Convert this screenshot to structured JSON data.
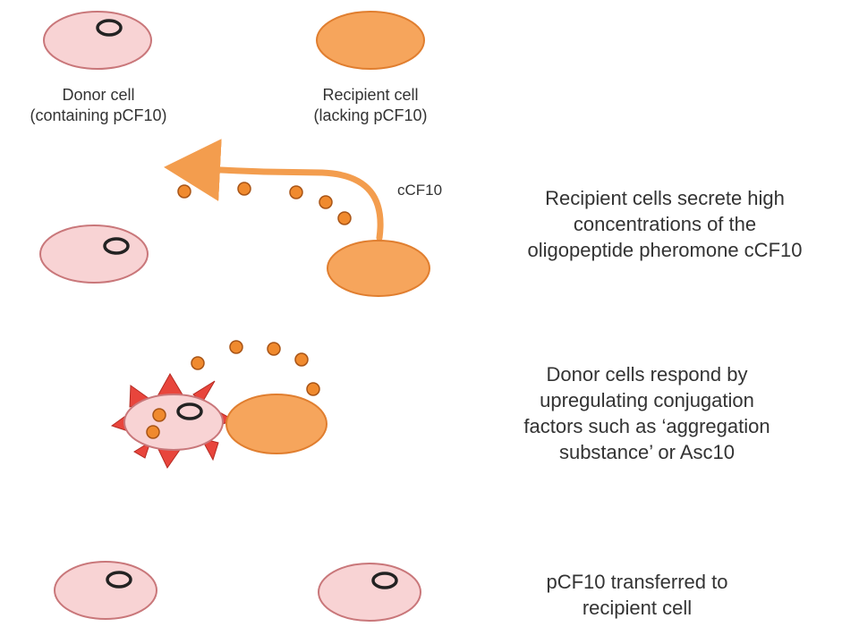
{
  "colors": {
    "donor_fill": "#f8d3d4",
    "donor_stroke": "#c9777a",
    "recipient_fill": "#f6a55c",
    "recipient_stroke": "#e07e2f",
    "pheromone_fill": "#f08a2e",
    "pheromone_stroke": "#a85416",
    "arrow": "#f39d4e",
    "spike": "#e8453c",
    "plasmid_stroke": "#222222",
    "text": "#333333"
  },
  "icons": {
    "donor_cell": "pink-ellipse-with-plasmid-ring",
    "recipient_cell": "orange-ellipse",
    "pheromone": "small-orange-dot",
    "aggregation_substance": "red-triangle-spikes"
  },
  "labels": {
    "donor_cell": "Donor cell\n(containing pCF10)",
    "recipient_cell": "Recipient cell\n(lacking pCF10)",
    "pheromone": "cCF10"
  },
  "steps": [
    {
      "description": "Recipient cells secrete high\nconcentrations of the\noligopeptide pheromone cCF10"
    },
    {
      "description": "Donor cells respond by\nupregulating conjugation\nfactors such as ‘aggregation\nsubstance’ or Asc10"
    },
    {
      "description": "pCF10 transferred to\nrecipient cell"
    }
  ]
}
